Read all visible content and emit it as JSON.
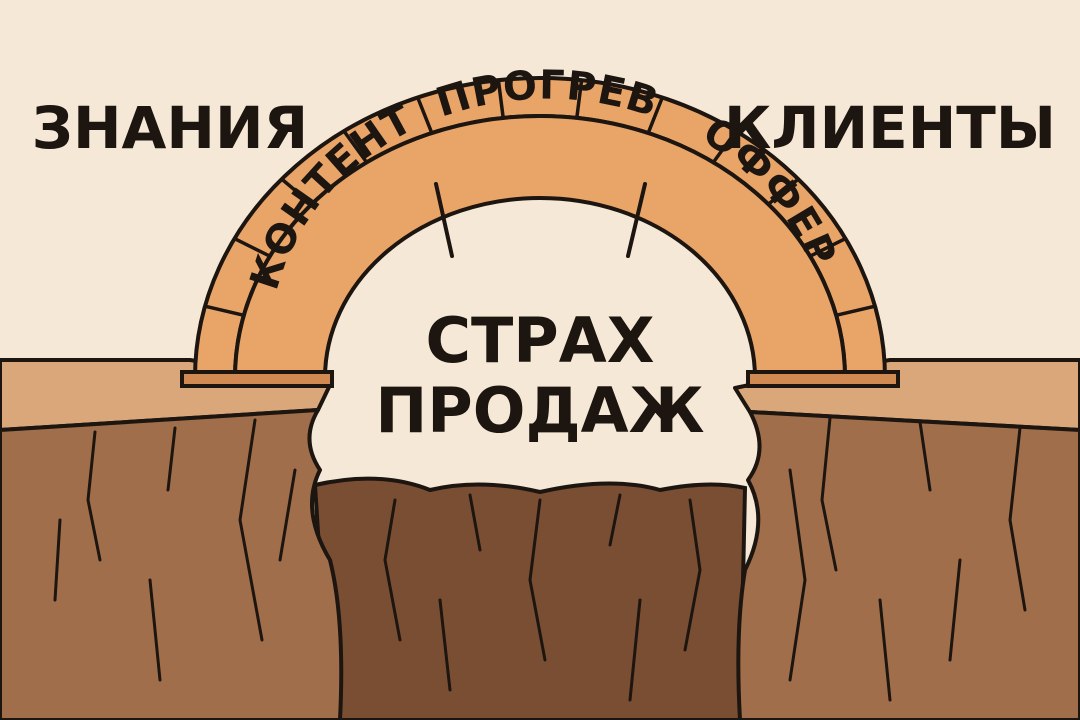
{
  "left_label": "ЗНАНИЯ",
  "right_label": "КЛИЕНТЫ",
  "bridge": {
    "stones": [
      "КОНТЕНТ",
      "ПРОГРЕВ",
      "ОФФЕР"
    ]
  },
  "gap_label": {
    "line1": "СТРАХ",
    "line2": "ПРОДАЖ"
  },
  "colors": {
    "background": "#f6e8d6",
    "ground_top": "#d9a77a",
    "ground_face": "#a06e4a",
    "chasm": "#7a4e33",
    "brick": "#e9a468",
    "outline": "#1c1510"
  }
}
